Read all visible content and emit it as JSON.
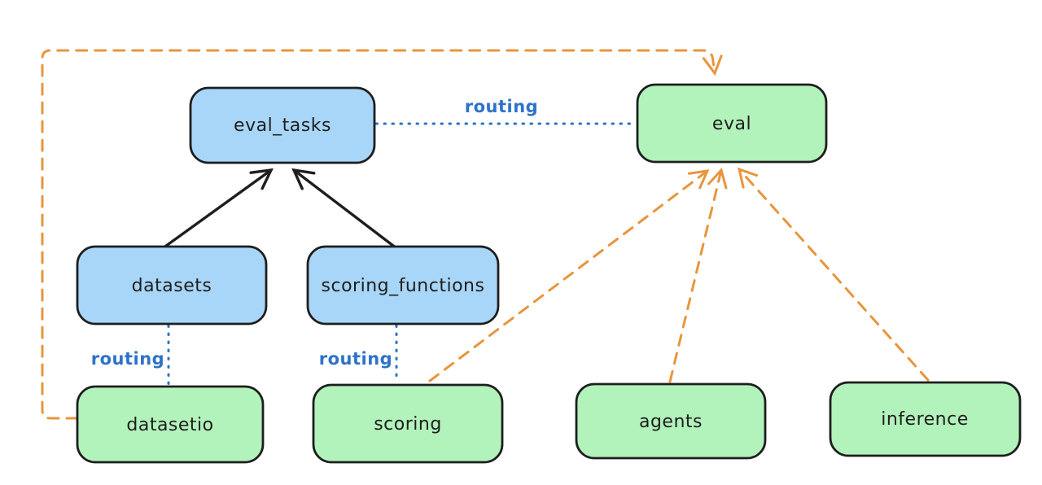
{
  "diagram": {
    "background": "#ffffff",
    "colors": {
      "blue_node_fill": "#a8d6f8",
      "green_node_fill": "#b2f2bb",
      "node_stroke": "#1e1e1e",
      "node_text": "#1e1e1e",
      "solid_arrow": "#1e1e1e",
      "routing_line": "#2e73c8",
      "provider_arrow": "#e8953c"
    },
    "nodes": {
      "eval_tasks": {
        "label": "eval_tasks",
        "kind": "api-blue"
      },
      "eval": {
        "label": "eval",
        "kind": "provider-green"
      },
      "datasets": {
        "label": "datasets",
        "kind": "api-blue"
      },
      "scoring_functions": {
        "label": "scoring_functions",
        "kind": "api-blue"
      },
      "datasetio": {
        "label": "datasetio",
        "kind": "provider-green"
      },
      "scoring": {
        "label": "scoring",
        "kind": "provider-green"
      },
      "agents": {
        "label": "agents",
        "kind": "provider-green"
      },
      "inference": {
        "label": "inference",
        "kind": "provider-green"
      }
    },
    "edges": {
      "eval_tasks_to_eval": {
        "label": "routing",
        "style": "blue-dotted"
      },
      "datasets_to_datasetio": {
        "label": "routing",
        "style": "blue-dotted"
      },
      "scoring_functions_to_scoring": {
        "label": "routing",
        "style": "blue-dotted"
      },
      "datasets_to_eval_tasks": {
        "style": "black-solid-arrow"
      },
      "scoring_functions_to_eval_tasks": {
        "style": "black-solid-arrow"
      },
      "datasetio_to_eval": {
        "style": "orange-dashed-arrow"
      },
      "scoring_to_eval": {
        "style": "orange-dashed-arrow"
      },
      "agents_to_eval": {
        "style": "orange-dashed-arrow"
      },
      "inference_to_eval": {
        "style": "orange-dashed-arrow"
      }
    }
  }
}
